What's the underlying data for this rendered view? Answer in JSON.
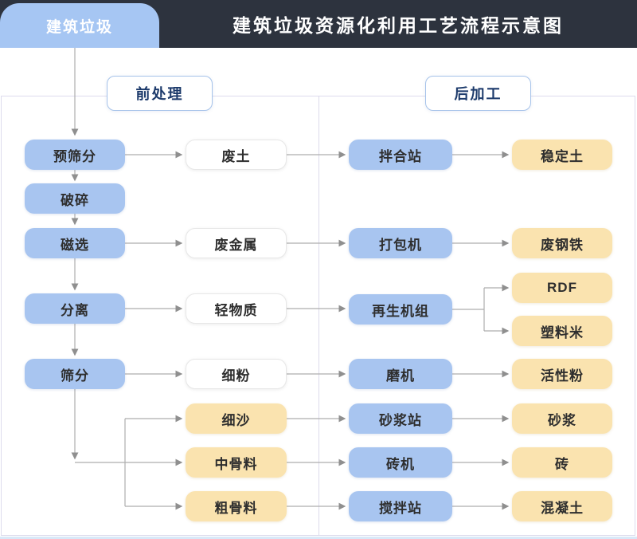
{
  "header": {
    "tab_label": "建筑垃圾",
    "title": "建筑垃圾资源化利用工艺流程示意图"
  },
  "sections": {
    "pre_processing": "前处理",
    "post_processing": "后加工"
  },
  "flow": {
    "process_column": [
      "预筛分",
      "破碎",
      "磁选",
      "分离",
      "筛分"
    ],
    "intermediate_column": [
      "废土",
      "废金属",
      "轻物质",
      "细粉",
      "细沙",
      "中骨料",
      "粗骨料"
    ],
    "equipment_column": [
      "拌合站",
      "打包机",
      "再生机组",
      "磨机",
      "砂浆站",
      "砖机",
      "搅拌站"
    ],
    "product_column": [
      "稳定土",
      "废钢铁",
      "RDF",
      "塑料米",
      "活性粉",
      "砂浆",
      "砖",
      "混凝土"
    ]
  },
  "colors": {
    "header_bar": "#2d333e",
    "tab_fill": "#a6c6f3",
    "process_box": "#a8c5f0",
    "product_box": "#fae3af",
    "intermediate_box": "#ffffff",
    "section_border": "#a6c3ea",
    "section_text": "#1c3a6b",
    "connector_line": "#aeaeae",
    "arrowhead": "#8f8f8f",
    "panel_border": "#dddced"
  }
}
